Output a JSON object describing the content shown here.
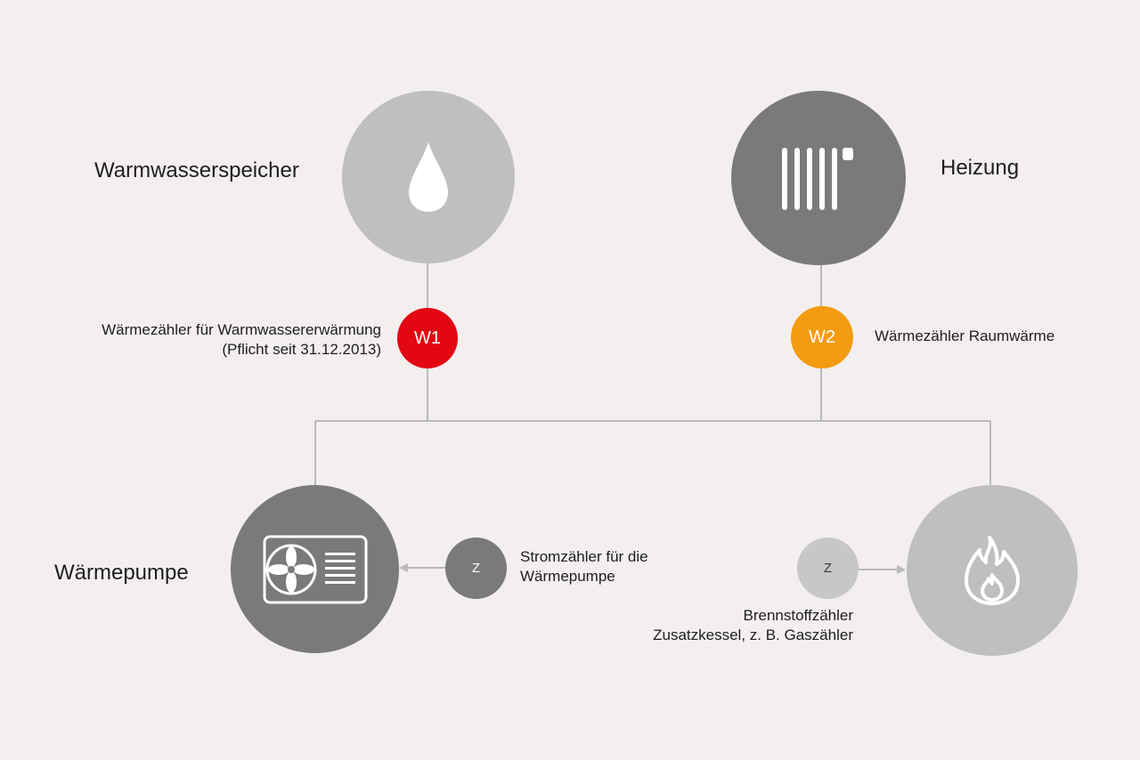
{
  "nodes": {
    "water": {
      "label": "Warmwasserspeicher",
      "icon": "water-drop-icon"
    },
    "heating": {
      "label": "Heizung",
      "icon": "radiator-icon"
    },
    "pump": {
      "label": "Wärmepumpe",
      "icon": "heat-pump-fan-icon"
    },
    "boiler": {
      "icon": "flame-icon"
    }
  },
  "meters": {
    "w1": {
      "code": "W1",
      "line1": "Wärmezähler für Warmwassererwärmung",
      "line2": "(Pflicht seit 31.12.2013)",
      "color": "#e30613"
    },
    "w2": {
      "code": "W2",
      "line1": "Wärmezähler Raumwärme",
      "color": "#f39c12"
    },
    "z1": {
      "code": "Z",
      "line1": "Stromzähler für die",
      "line2": "Wärmepumpe"
    },
    "z2": {
      "code": "Z",
      "line1": "Brennstoffzähler",
      "line2": "Zusatzkessel, z. B. Gaszähler"
    }
  },
  "colors": {
    "background": "#f3efee",
    "light_gray": "#bfbfbf",
    "dark_gray": "#7a7a7a",
    "connector": "#b9b9b9"
  }
}
